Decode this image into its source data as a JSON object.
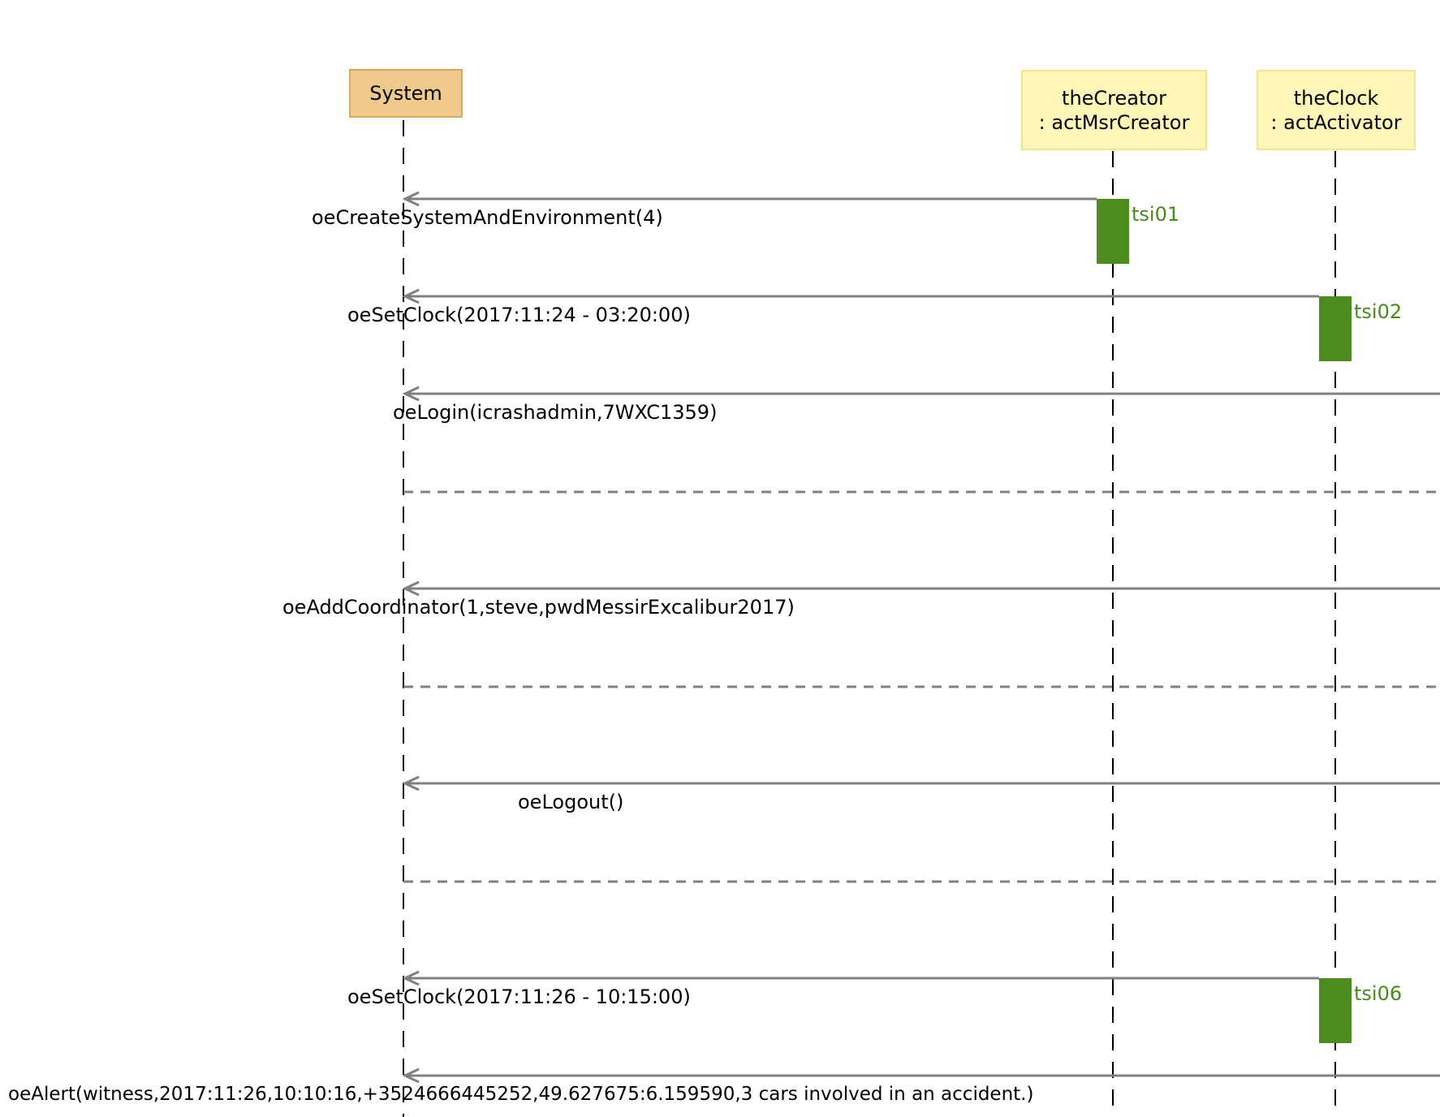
{
  "actors": {
    "system": {
      "name": "System"
    },
    "creator": {
      "name": "theCreator",
      "type": ": actMsrCreator"
    },
    "clock": {
      "name": "theClock",
      "type": ": actActivator"
    }
  },
  "colors": {
    "system_fill": "#f0c98d",
    "actor_fill": "#fff6b8",
    "activation": "#4d8a1f",
    "arrow": "#808080",
    "lifeline": "#000000",
    "tsi_text": "#4a8a1c"
  },
  "messages": [
    {
      "label": "oeCreateSystemAndEnvironment(4)",
      "from": "creator",
      "tsi": "tsi01"
    },
    {
      "label": "oeSetClock(2017:11:24 - 03:20:00)",
      "from": "clock",
      "tsi": "tsi02"
    },
    {
      "label": "oeLogin(icrashadmin,7WXC1359)",
      "from": "offscreen"
    },
    {
      "label": "oeAddCoordinator(1,steve,pwdMessirExcalibur2017)",
      "from": "offscreen"
    },
    {
      "label": "oeLogout()",
      "from": "offscreen"
    },
    {
      "label": "oeSetClock(2017:11:26 - 10:15:00)",
      "from": "clock",
      "tsi": "tsi06"
    },
    {
      "label": "oeAlert(witness,2017:11:26,10:10:16,+3524666445252,49.627675:6.159590,3 cars involved in an accident.)",
      "from": "offscreen"
    }
  ]
}
